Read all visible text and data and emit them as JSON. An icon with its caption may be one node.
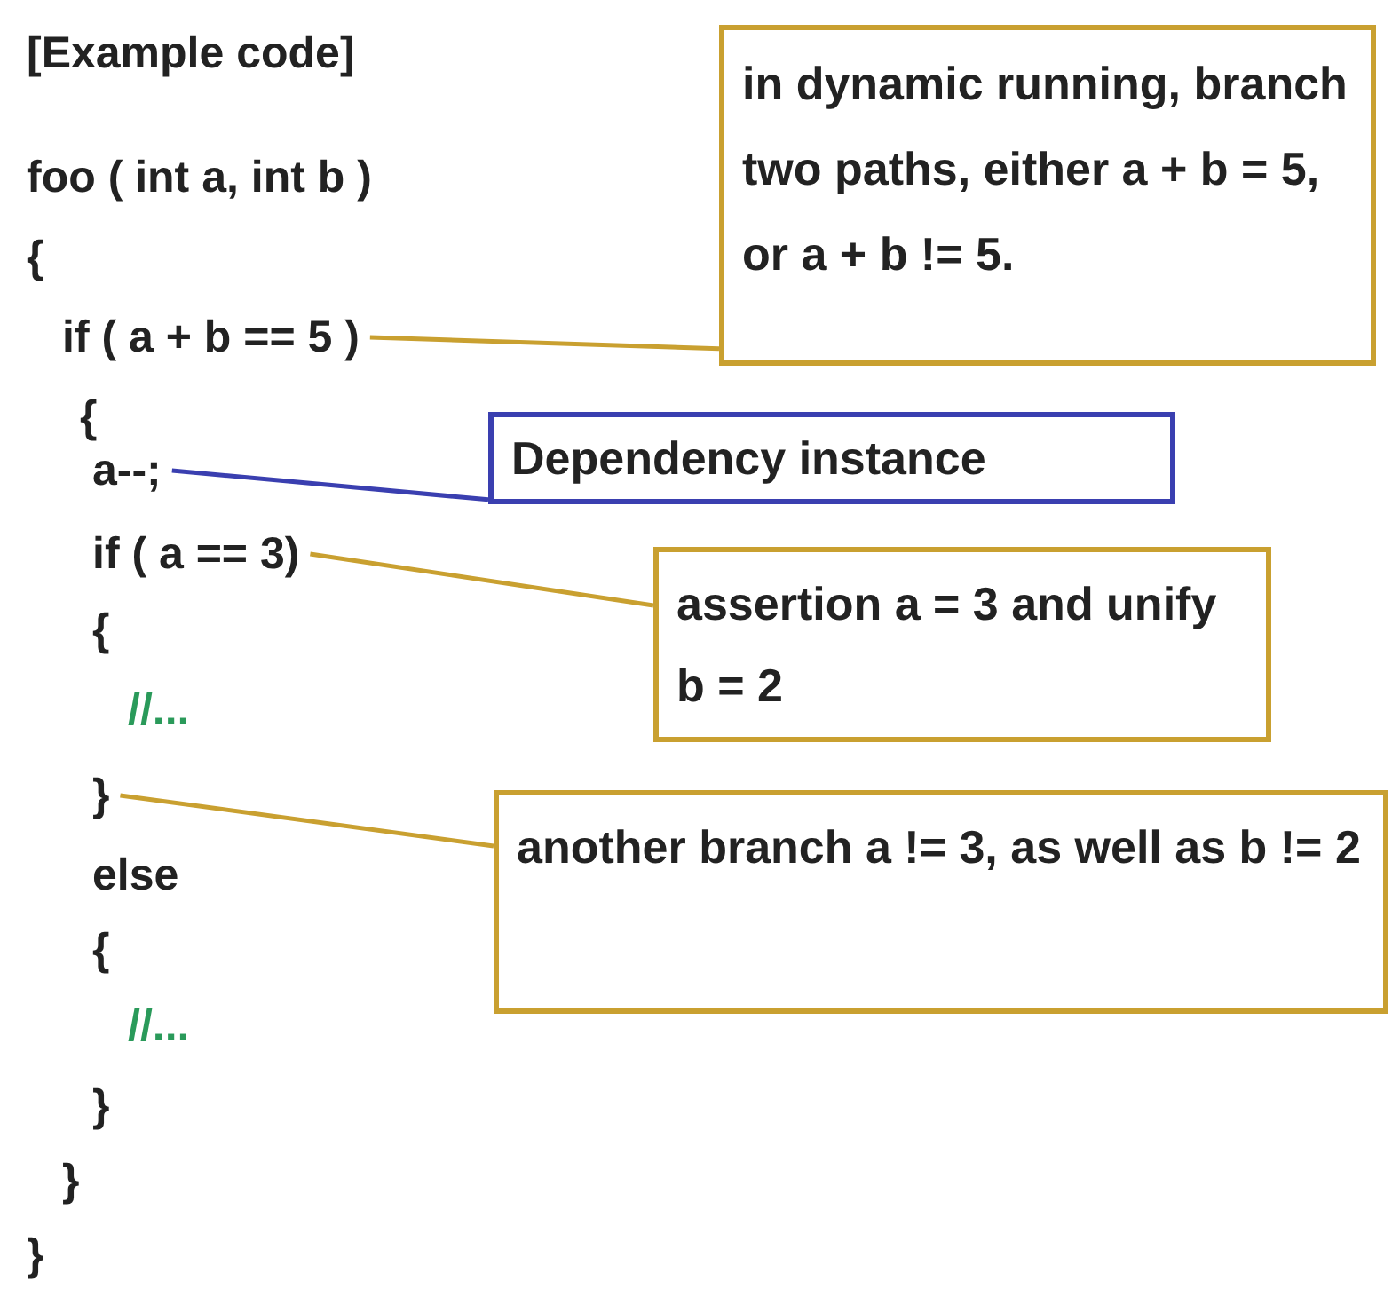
{
  "diagram": {
    "nodes": [
      {
        "text": [
          "in dynamic running, branch two paths, either a + b = 5, or a + b != 5."
        ]
      },
      {
        "text": [
          "if ( a + b == 5 )"
        ]
      },
      {
        "text": [
          "a--;"
        ]
      },
      {
        "text": [
          "Dependency instance"
        ]
      },
      {
        "text": [
          "if ( a == 3)"
        ]
      },
      {
        "text": [
          "assertion a = 3 and unify b = 2"
        ]
      },
      {
        "text": [
          "}"
        ]
      },
      {
        "text": [
          "another branch a != 3, as well as b != 2"
        ]
      }
    ],
    "edges": [
      {
        "from": 0,
        "to": 1,
        "arrow": "none"
      },
      {
        "from": 3,
        "to": 2,
        "arrow": "none",
        "color": "#3a3fb0"
      },
      {
        "from": 5,
        "to": 4,
        "arrow": "none"
      },
      {
        "from": 7,
        "to": 6,
        "arrow": "none"
      }
    ],
    "labels": [
      "[Example code]",
      "foo ( int a, int b )",
      "{",
      "{",
      "{",
      "//...",
      "else",
      "{",
      "//...",
      "}",
      "}",
      "}"
    ]
  }
}
